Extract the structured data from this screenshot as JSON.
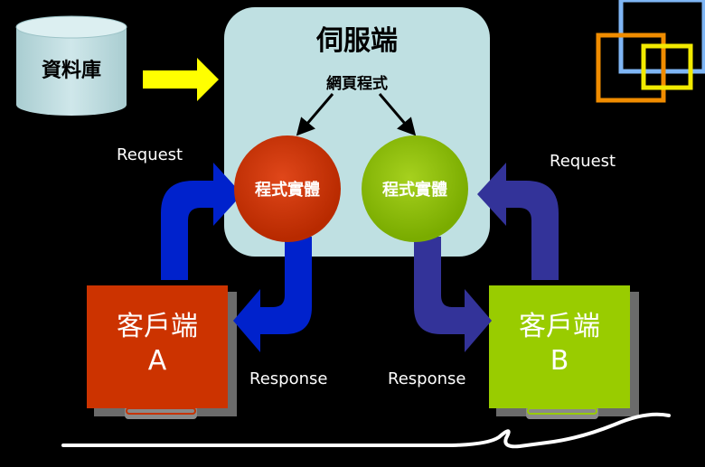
{
  "diagram": {
    "server": {
      "title": "伺服端",
      "program": "網頁程式"
    },
    "database": {
      "label": "資料庫"
    },
    "instances": [
      {
        "label": "程式實體"
      },
      {
        "label": "程式實體"
      }
    ],
    "clients": [
      {
        "title": "客戶端",
        "id": "A"
      },
      {
        "title": "客戶端",
        "id": "B"
      }
    ],
    "labels": {
      "request_left": "Request",
      "request_right": "Request",
      "response_left": "Response",
      "response_right": "Response"
    },
    "colors": {
      "server_box": "#bfe0e2",
      "client_a": "#cc3300",
      "client_b": "#99cc00",
      "arrow_left": "#0022cc",
      "arrow_right": "#333399",
      "db_arrow": "#ffff00"
    }
  }
}
